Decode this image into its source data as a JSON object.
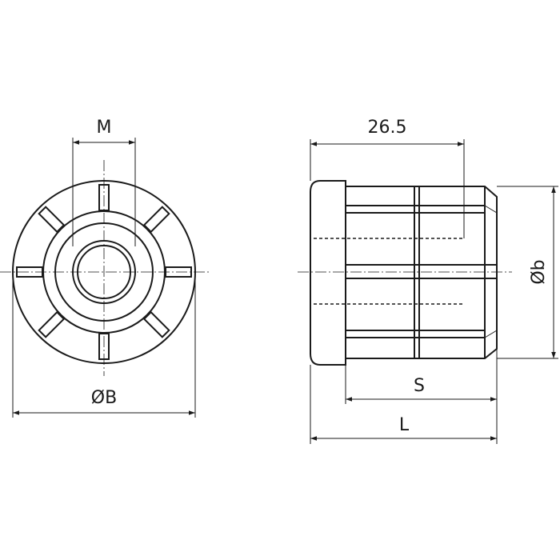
{
  "drawing": {
    "dimensions": {
      "thread": "M",
      "flange_diameter": "ØB",
      "flange_length": "26.5",
      "body_diameter": "Øb",
      "insert_length": "S",
      "overall_length": "L"
    },
    "colors": {
      "line": "#1a1a1a",
      "background": "#ffffff"
    }
  }
}
